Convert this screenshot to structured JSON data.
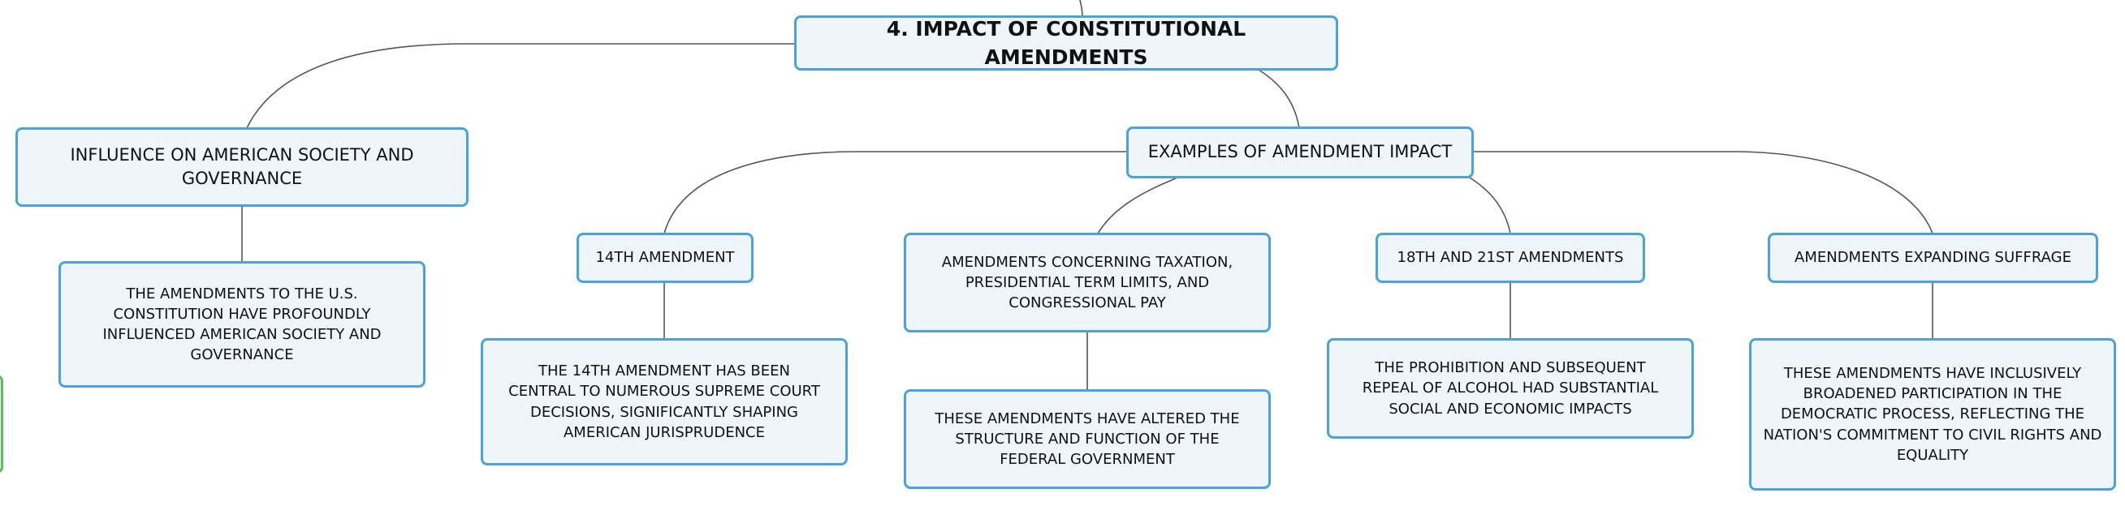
{
  "root": {
    "title": "4. IMPACT OF CONSTITUTIONAL AMENDMENTS"
  },
  "influence": {
    "title": "INFLUENCE ON AMERICAN SOCIETY AND GOVERNANCE",
    "detail": "THE AMENDMENTS TO THE U.S. CONSTITUTION HAVE PROFOUNDLY INFLUENCED AMERICAN SOCIETY AND GOVERNANCE"
  },
  "examples": {
    "title": "EXAMPLES OF AMENDMENT IMPACT",
    "items": [
      {
        "title": "14TH AMENDMENT",
        "detail": "THE 14TH AMENDMENT HAS BEEN CENTRAL TO NUMEROUS SUPREME COURT DECISIONS, SIGNIFICANTLY SHAPING AMERICAN JURISPRUDENCE"
      },
      {
        "title": "AMENDMENTS CONCERNING TAXATION, PRESIDENTIAL TERM LIMITS, AND CONGRESSIONAL PAY",
        "detail": "THESE AMENDMENTS HAVE ALTERED THE STRUCTURE AND FUNCTION OF THE FEDERAL GOVERNMENT"
      },
      {
        "title": "18TH AND 21ST AMENDMENTS",
        "detail": "THE PROHIBITION AND SUBSEQUENT REPEAL OF ALCOHOL HAD SUBSTANTIAL SOCIAL AND ECONOMIC IMPACTS"
      },
      {
        "title": "AMENDMENTS EXPANDING SUFFRAGE",
        "detail": "THESE AMENDMENTS HAVE INCLUSIVELY BROADENED PARTICIPATION IN THE DEMOCRATIC PROCESS, REFLECTING THE NATION'S COMMITMENT TO CIVIL RIGHTS AND EQUALITY"
      }
    ]
  }
}
